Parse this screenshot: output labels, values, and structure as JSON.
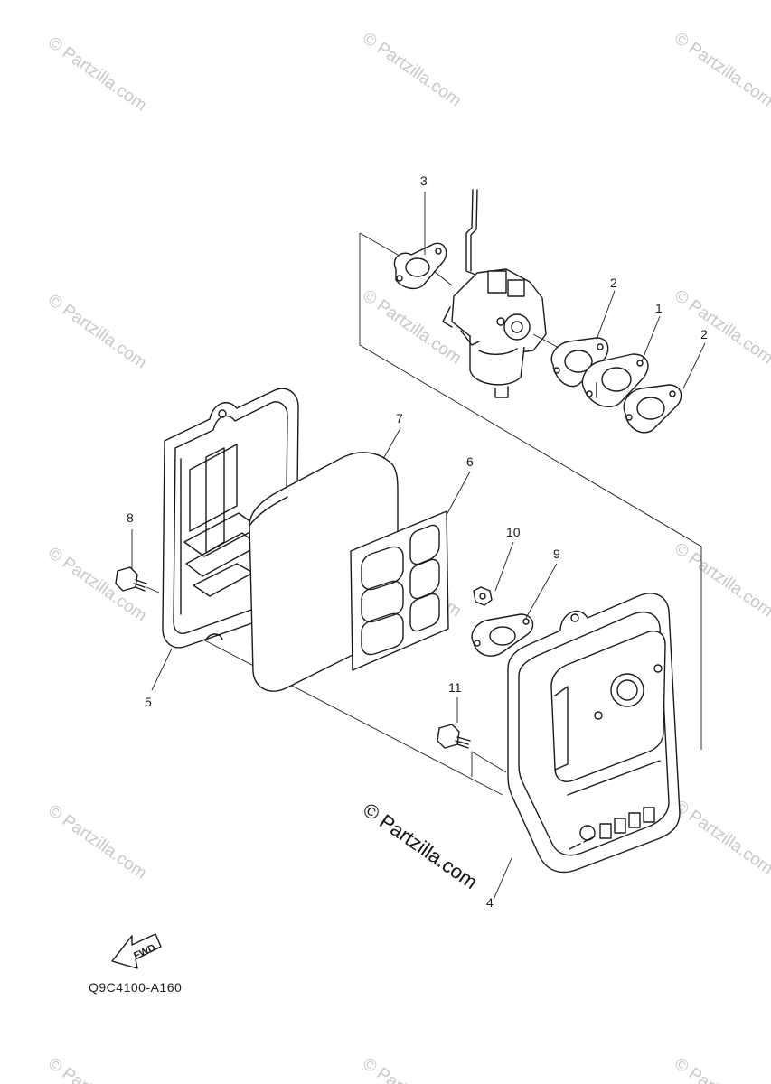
{
  "watermark": "© Partzilla.com",
  "diagram_code": "Q9C4100-A160",
  "fwd_label": "FWD",
  "callouts": {
    "c1": "1",
    "c2a": "2",
    "c2b": "2",
    "c3": "3",
    "c5": "5",
    "c6": "6",
    "c7": "7",
    "c8": "8",
    "c9": "9",
    "c10": "10",
    "c11": "11",
    "c4": "4"
  }
}
